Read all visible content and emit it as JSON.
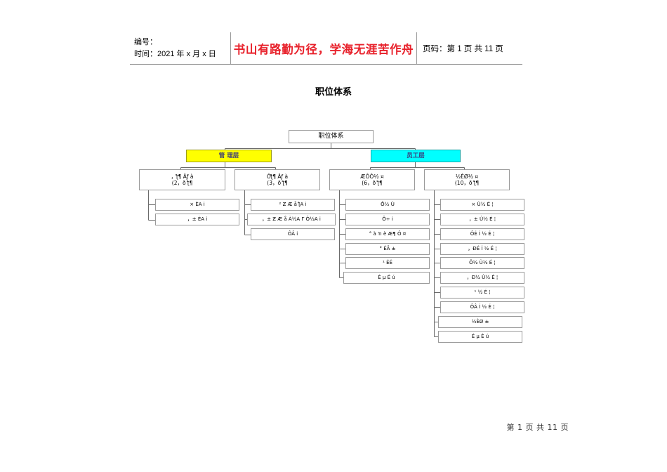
{
  "header": {
    "left_line1": "编号：",
    "left_line2": "时间：2021 年 x 月 x 日",
    "center_motto": "书山有路勤为径，学海无涯苦作舟",
    "right_page": "页码：第 1 页  共 11 页"
  },
  "title": "职位体系",
  "footer": {
    "page_label": "第 1 页  共 11 页"
  },
  "colors": {
    "management_fill": "#ffff00",
    "management_border": "#9d9d1a",
    "staff_fill": "#00ffff",
    "staff_border": "#14a8a8",
    "node_border": "#9a9a9a",
    "node_fill": "#ffffff",
    "motto_red": "#e8212b",
    "level1_text": "#3a3a7a"
  },
  "chart_data": {
    "type": "diagram",
    "diagram_kind": "organization-tree",
    "title": "职位体系",
    "root": "职位体系",
    "levels": 4,
    "nodes": {
      "root": {
        "label": "职位体系"
      },
      "level1": [
        {
          "id": "mgmt",
          "label": "管 理层",
          "fill": "#ffff00"
        },
        {
          "id": "staff",
          "label": "员工层",
          "fill": "#00ffff"
        }
      ],
      "level2": [
        {
          "id": "cat1",
          "parent": "mgmt",
          "line1": "，ƪ¶ Âƒ à",
          "line2": "(2，ð ƪ¶"
        },
        {
          "id": "cat2",
          "parent": "mgmt",
          "line1": "Ôƪ¶ Âƒ à",
          "line2": "(3，ð ƪ¶"
        },
        {
          "id": "cat3",
          "parent": "staff",
          "line1": "ÆÔÔ½ ¤",
          "line2": "(6，ð ƪ¶"
        },
        {
          "id": "cat4",
          "parent": "staff",
          "line1": "½ÈØ½ ¤",
          "line2": "(10，ð ƪ¶"
        }
      ],
      "level3": [
        {
          "parent": "cat1",
          "label": "× ÈA i"
        },
        {
          "parent": "cat1",
          "label": "，± ÈA i"
        },
        {
          "parent": "cat2",
          "label": "² Ƶ Æ å ƪA i"
        },
        {
          "parent": "cat2",
          "label": "，± Ƶ Æ å À½A Γ Ô½A i"
        },
        {
          "parent": "cat2",
          "label": "ÔÂ i"
        },
        {
          "parent": "cat3",
          "label": "Ô½ Ù"
        },
        {
          "parent": "cat3",
          "label": "Ô÷ i"
        },
        {
          "parent": "cat3",
          "label": "° à ŉ è Æ¶ Ô ¤"
        },
        {
          "parent": "cat3",
          "label": "° ÉÂ ±"
        },
        {
          "parent": "cat3",
          "label": "¹ ÉÉ"
        },
        {
          "parent": "cat3",
          "label": "É µ É ú"
        },
        {
          "parent": "cat4",
          "label": "× Ù½ É ¦"
        },
        {
          "parent": "cat4",
          "label": "，± Ù½ É ¦"
        },
        {
          "parent": "cat4",
          "label": "ÔÉ Í ½ É ¦"
        },
        {
          "parent": "cat4",
          "label": "，ÐÉ Í ½ É ¦"
        },
        {
          "parent": "cat4",
          "label": "Ô½ Ù½ É ¦"
        },
        {
          "parent": "cat4",
          "label": "，Ð½ Ù½ É ¦"
        },
        {
          "parent": "cat4",
          "label": "¹ ½ É ¦"
        },
        {
          "parent": "cat4",
          "label": "ÔÂ Í ½ É ¦"
        },
        {
          "parent": "cat4",
          "label": "½ÈØ ±"
        },
        {
          "parent": "cat4",
          "label": "É µ É ú"
        }
      ]
    }
  }
}
